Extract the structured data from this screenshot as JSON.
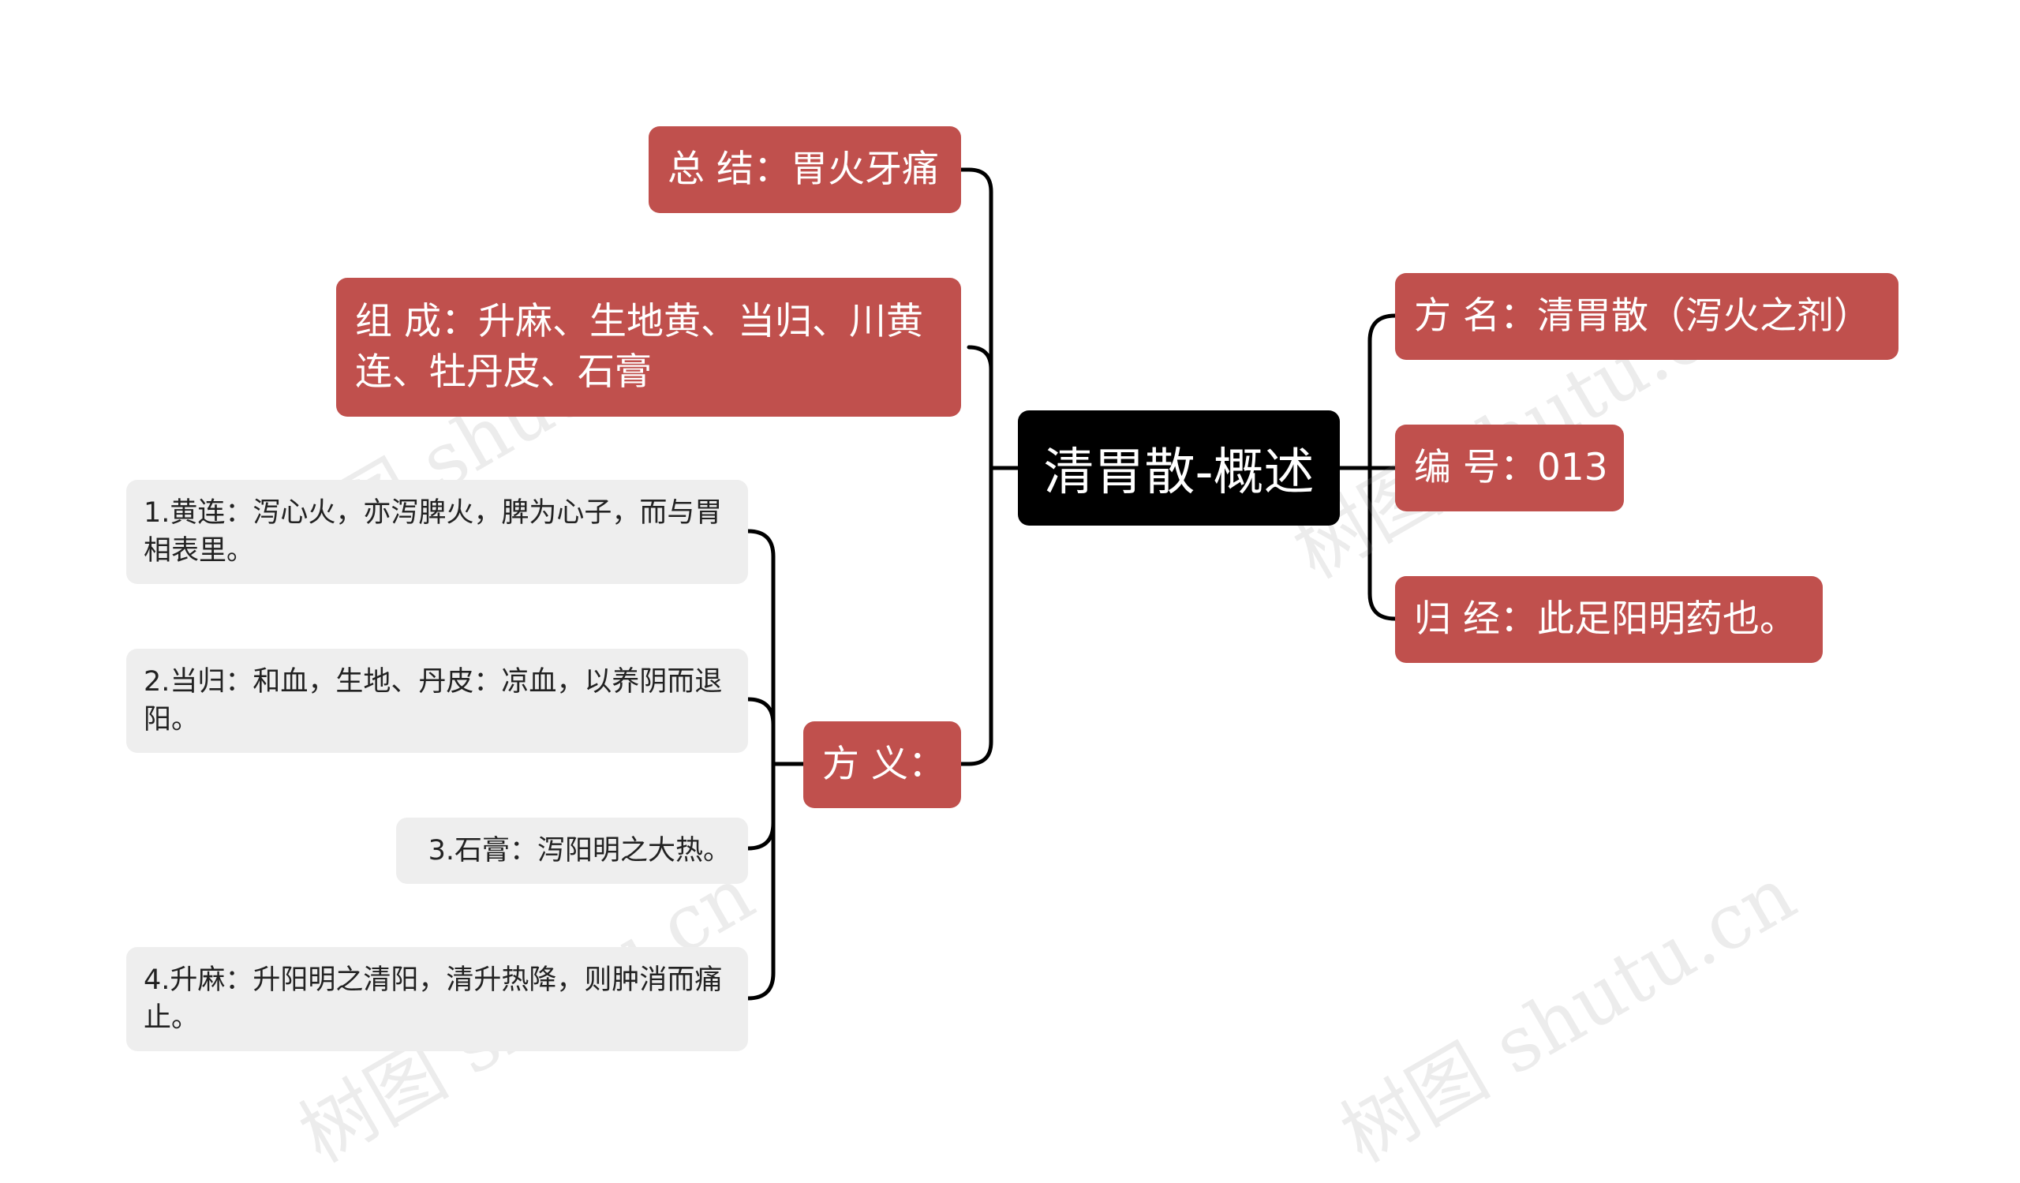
{
  "root": {
    "label": "清胃散-概述"
  },
  "left_branches": {
    "summary": "总 结：胃火牙痛",
    "composition": "组 成：升麻、生地黄、当归、川黄连、牡丹皮、石膏",
    "meaning": "方 义："
  },
  "meaning_items": [
    "1.黄连：泻心火，亦泻脾火，脾为心子，而与胃相表里。",
    "2.当归：和血，生地、丹皮：凉血，以养阴而退阳。",
    "3.石膏：泻阳明之大热。",
    "4.升麻：升阳明之清阳，清升热降，则肿消而痛止。"
  ],
  "right_branches": {
    "name": "方 名：清胃散（泻火之剂）",
    "number": "编 号：013",
    "meridian": "归 经：此足阳明药也。"
  },
  "watermarks": [
    "树图 shutu.cn",
    "树图 shutu.cn",
    "树图 shutu.cn",
    "树图 shutu.cn"
  ],
  "colors": {
    "root_bg": "#000000",
    "branch_bg": "#c0504d",
    "leaf_bg": "#eeeeee",
    "connector": "#000000"
  }
}
